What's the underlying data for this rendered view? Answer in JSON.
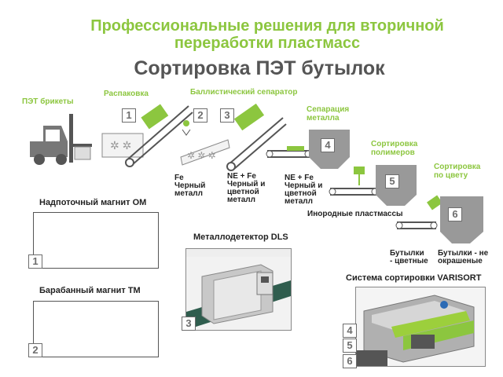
{
  "header": {
    "title_line1": "Профессиональные решения для вторичной",
    "title_line2": "переработки пластмасс",
    "subtitle": "Сортировка ПЭТ бутылок"
  },
  "process": {
    "pet_bales": "ПЭТ брикеты",
    "unpacking": "Распаковка",
    "ballistic_separator": "Баллистический сепаратор",
    "metal_separation_line1": "Сепарация",
    "metal_separation_line2": "металла",
    "polymer_sorting_line1": "Сортировка",
    "polymer_sorting_line2": "полимеров",
    "color_sorting_line1": "Сортировка",
    "color_sorting_line2": "по цвету",
    "step_numbers": [
      "1",
      "2",
      "3",
      "4",
      "5",
      "6"
    ]
  },
  "outputs": {
    "fe": [
      "Fe",
      "Черный",
      "металл"
    ],
    "nefe_1": [
      "NE + Fe",
      "Черный и",
      "цветной",
      "металл"
    ],
    "nefe_2": [
      "NE + Fe",
      "Черный и",
      "цветной",
      "металл"
    ],
    "foreign_plastics": "Инородные пластмассы",
    "bottles_colored": [
      "Бутылки",
      "- цветные"
    ],
    "bottles_uncolored": [
      "Бутылки - не",
      "окрашеные"
    ]
  },
  "equipment": {
    "overband_magnet": "Надпоточный магнит ОМ",
    "overband_num": "1",
    "drum_magnet": "Барабанный магнит ТМ",
    "drum_num": "2",
    "metal_detector": "Металлодетектор DLS",
    "metal_detector_num": "3",
    "varisort": "Система сортировки VARISORT",
    "varisort_nums": [
      "4",
      "5",
      "6"
    ]
  },
  "colors": {
    "accent_green": "#8cc63f",
    "dark_gray": "#555555",
    "machine_gray": "#8a8a8a"
  }
}
